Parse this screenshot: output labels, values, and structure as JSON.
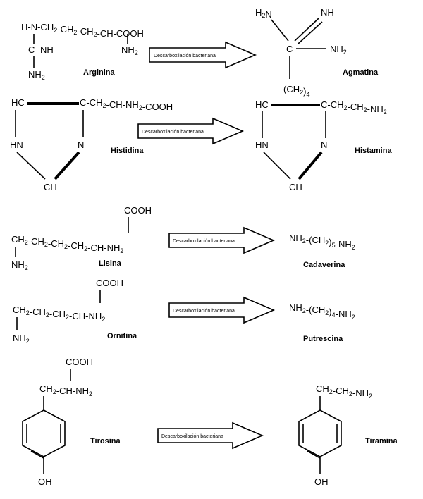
{
  "reaction_label": "Descarboxilación bacteriana",
  "names": {
    "arginina": "Arginina",
    "agmatina": "Agmatina",
    "histidina": "Histidina",
    "histamina": "Histamina",
    "lisina": "Lisina",
    "cadaverina": "Cadaverina",
    "ornitina": "Ornitina",
    "putrescina": "Putrescina",
    "tirosina": "Tirosina",
    "tiramina": "Tiramina"
  },
  "formulas": {
    "arg_main": "H-N-CH2-CH2-CH2-CH-COOH",
    "arg_nh2": "NH2",
    "arg_c_nh": "C=NH",
    "arg_nh2_b": "NH2",
    "agm_h2n": "H2N",
    "agm_nh": "NH",
    "agm_c": "C",
    "agm_nh2": "NH2",
    "agm_ch2": "(CH2)4",
    "his_hc": "HC",
    "his_chain": "C-CH2-CH-NH2-COOH",
    "his_hn": "HN",
    "his_n": "N",
    "his_ch": "CH",
    "hist_hc": "HC",
    "hist_chain": "C-CH2-CH2-NH2",
    "hist_hn": "HN",
    "hist_n": "N",
    "hist_ch": "CH",
    "lis_cooh": "COOH",
    "lis_chain": "CH2-CH2-CH2-CH2-CH-NH2",
    "lis_nh2": "NH2",
    "cad": "NH2-(CH2)5-NH2",
    "orn_cooh": "COOH",
    "orn_chain": "CH2-CH2-CH2-CH-NH2",
    "orn_nh2": "NH2",
    "put": "NH2-(CH2)4-NH2",
    "tir_cooh": "COOH",
    "tir_chain": "CH2-CH-NH2",
    "tir_oh": "OH",
    "tira_chain": "CH2-CH2-NH2",
    "tira_oh": "OH"
  }
}
